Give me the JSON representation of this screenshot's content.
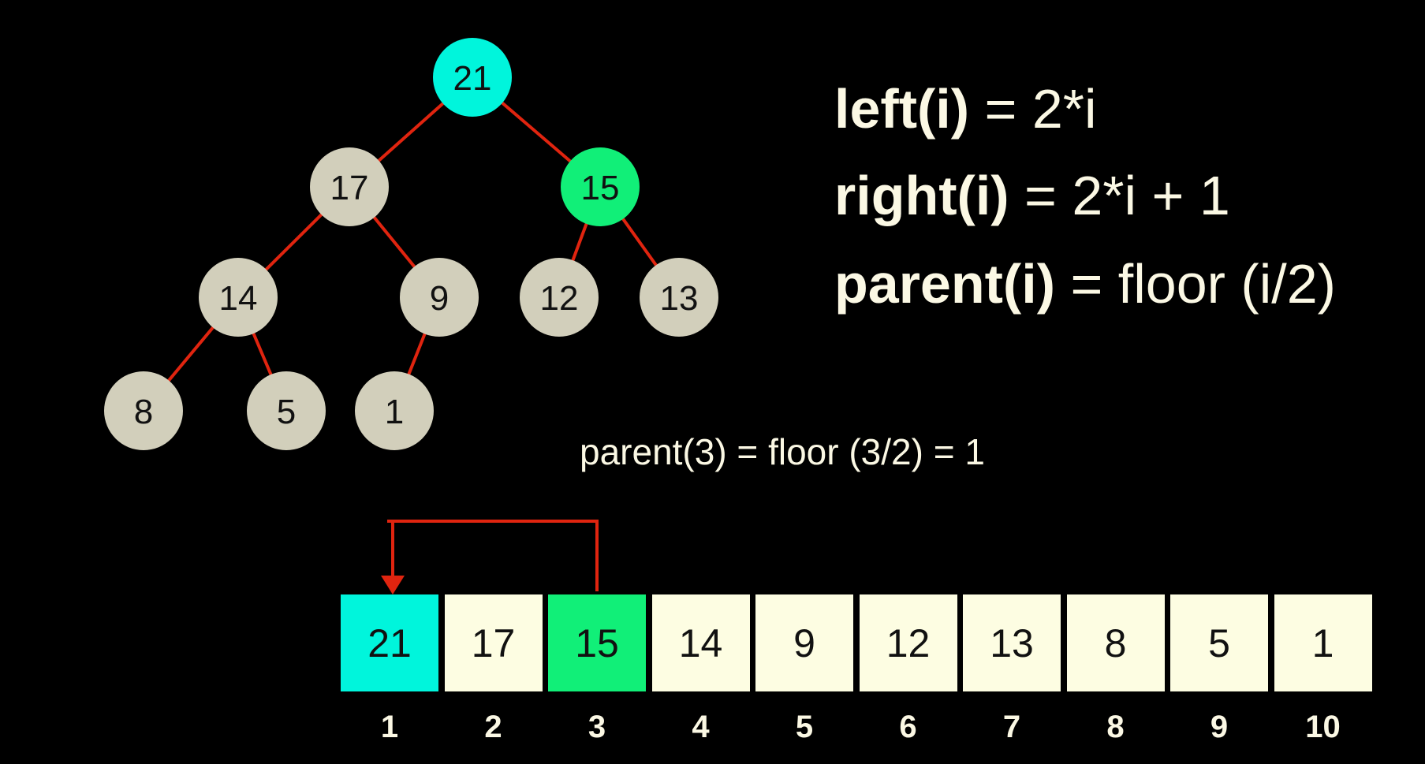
{
  "colors": {
    "root": "#00f5dc",
    "current": "#11ef78",
    "node": "#d2cfbb",
    "cell": "#fdfde2",
    "edge": "#e0240f",
    "text": "#fbf8e4"
  },
  "heap": [
    21,
    17,
    15,
    14,
    9,
    12,
    13,
    8,
    5,
    1
  ],
  "indices": [
    "1",
    "2",
    "3",
    "4",
    "5",
    "6",
    "7",
    "8",
    "9",
    "10"
  ],
  "highlight": {
    "parent_index": 1,
    "child_index": 3
  },
  "formulas": [
    {
      "name": "left(i)",
      "rhs": "= 2*i"
    },
    {
      "name": "right(i)",
      "rhs": "= 2*i + 1"
    },
    {
      "name": "parent(i)",
      "rhs": "= floor (i/2)"
    }
  ],
  "example": "parent(3) = floor (3/2) = 1"
}
